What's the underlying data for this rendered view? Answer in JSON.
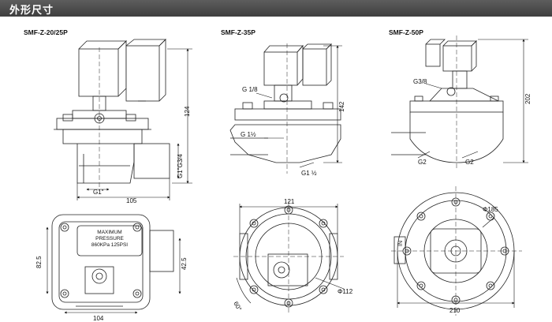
{
  "header": {
    "title": "外形尺寸"
  },
  "models": [
    {
      "name": "SMF-Z-20/25P",
      "side_view": {
        "height": "124",
        "width": "105",
        "port_vertical": "G1\"G3/4",
        "port_bottom": "G1\""
      },
      "top_view": {
        "nameplate": [
          "MAXIMUM",
          "PRESSURE",
          "860KPa 125PSI"
        ],
        "left_dim": "82.5",
        "right_dim": "42.5",
        "bottom_dim": "104"
      }
    },
    {
      "name": "SMF-Z-35P",
      "side_view": {
        "height": "142",
        "pilot_port": "G 1/8",
        "inlet_port": "G 1½",
        "outlet_port": "G1 ½"
      },
      "top_view": {
        "width": "121",
        "diameter": "Φ112",
        "angle": "60°"
      }
    },
    {
      "name": "SMF-Z-50P",
      "side_view": {
        "height": "202",
        "pilot_port": "G3/8",
        "port_left": "G2",
        "port_right": "G2"
      },
      "top_view": {
        "diameter": "Φ185",
        "width": "210",
        "inlet_mark": "IN"
      }
    }
  ]
}
